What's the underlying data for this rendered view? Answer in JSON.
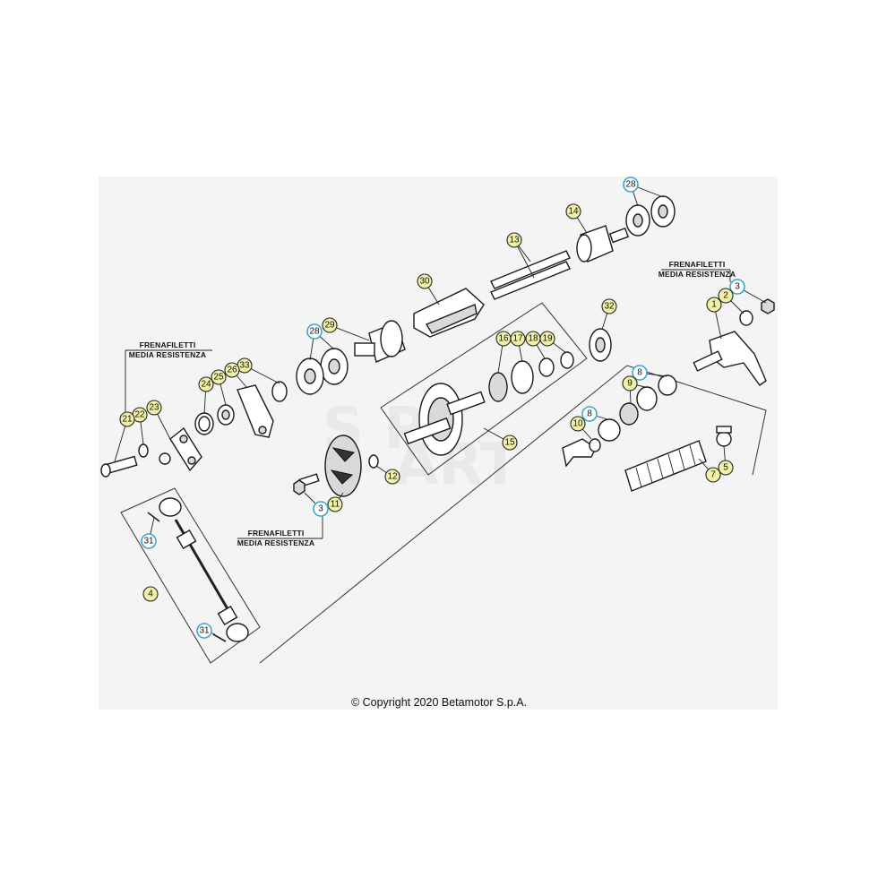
{
  "copyright": "© Copyright 2020 Betamotor S.p.A.",
  "notes": {
    "top_right": [
      "FRENAFILETTI",
      "MEDIA RESISTENZA"
    ],
    "left": [
      "FRENAFILETTI",
      "MEDIA RESISTENZA"
    ],
    "bottom": [
      "FRENAFILETTI",
      "MEDIA RESISTENZA"
    ]
  },
  "callouts": [
    {
      "id": "c28a",
      "label": "28",
      "kind": "blue"
    },
    {
      "id": "c14",
      "label": "14",
      "kind": "yellow"
    },
    {
      "id": "c13",
      "label": "13",
      "kind": "yellow"
    },
    {
      "id": "c30",
      "label": "30",
      "kind": "yellow"
    },
    {
      "id": "c3a",
      "label": "3",
      "kind": "blue"
    },
    {
      "id": "c2",
      "label": "2",
      "kind": "yellow"
    },
    {
      "id": "c1",
      "label": "1",
      "kind": "yellow"
    },
    {
      "id": "c32",
      "label": "32",
      "kind": "yellow"
    },
    {
      "id": "c29",
      "label": "29",
      "kind": "yellow"
    },
    {
      "id": "c28b",
      "label": "28",
      "kind": "blue"
    },
    {
      "id": "c16",
      "label": "16",
      "kind": "yellow"
    },
    {
      "id": "c17",
      "label": "17",
      "kind": "yellow"
    },
    {
      "id": "c18",
      "label": "18",
      "kind": "yellow"
    },
    {
      "id": "c19",
      "label": "19",
      "kind": "yellow"
    },
    {
      "id": "c33",
      "label": "33",
      "kind": "yellow"
    },
    {
      "id": "c26",
      "label": "26",
      "kind": "yellow"
    },
    {
      "id": "c25",
      "label": "25",
      "kind": "yellow"
    },
    {
      "id": "c24",
      "label": "24",
      "kind": "yellow"
    },
    {
      "id": "c23",
      "label": "23",
      "kind": "yellow"
    },
    {
      "id": "c22",
      "label": "22",
      "kind": "yellow"
    },
    {
      "id": "c21",
      "label": "21",
      "kind": "yellow"
    },
    {
      "id": "c8a",
      "label": "8",
      "kind": "blue"
    },
    {
      "id": "c9",
      "label": "9",
      "kind": "yellow"
    },
    {
      "id": "c8b",
      "label": "8",
      "kind": "blue"
    },
    {
      "id": "c10",
      "label": "10",
      "kind": "yellow"
    },
    {
      "id": "c15",
      "label": "15",
      "kind": "yellow"
    },
    {
      "id": "c12",
      "label": "12",
      "kind": "yellow"
    },
    {
      "id": "c11",
      "label": "11",
      "kind": "yellow"
    },
    {
      "id": "c3b",
      "label": "3",
      "kind": "blue"
    },
    {
      "id": "c7",
      "label": "7",
      "kind": "yellow"
    },
    {
      "id": "c5",
      "label": "5",
      "kind": "yellow"
    },
    {
      "id": "c31a",
      "label": "31",
      "kind": "blue"
    },
    {
      "id": "c4",
      "label": "4",
      "kind": "yellow"
    },
    {
      "id": "c31b",
      "label": "31",
      "kind": "blue"
    }
  ],
  "colors": {
    "callout_yellow": "#f1f0a8",
    "callout_blue_ring": "#3aa8c8",
    "panel": "#f4f4f4"
  }
}
